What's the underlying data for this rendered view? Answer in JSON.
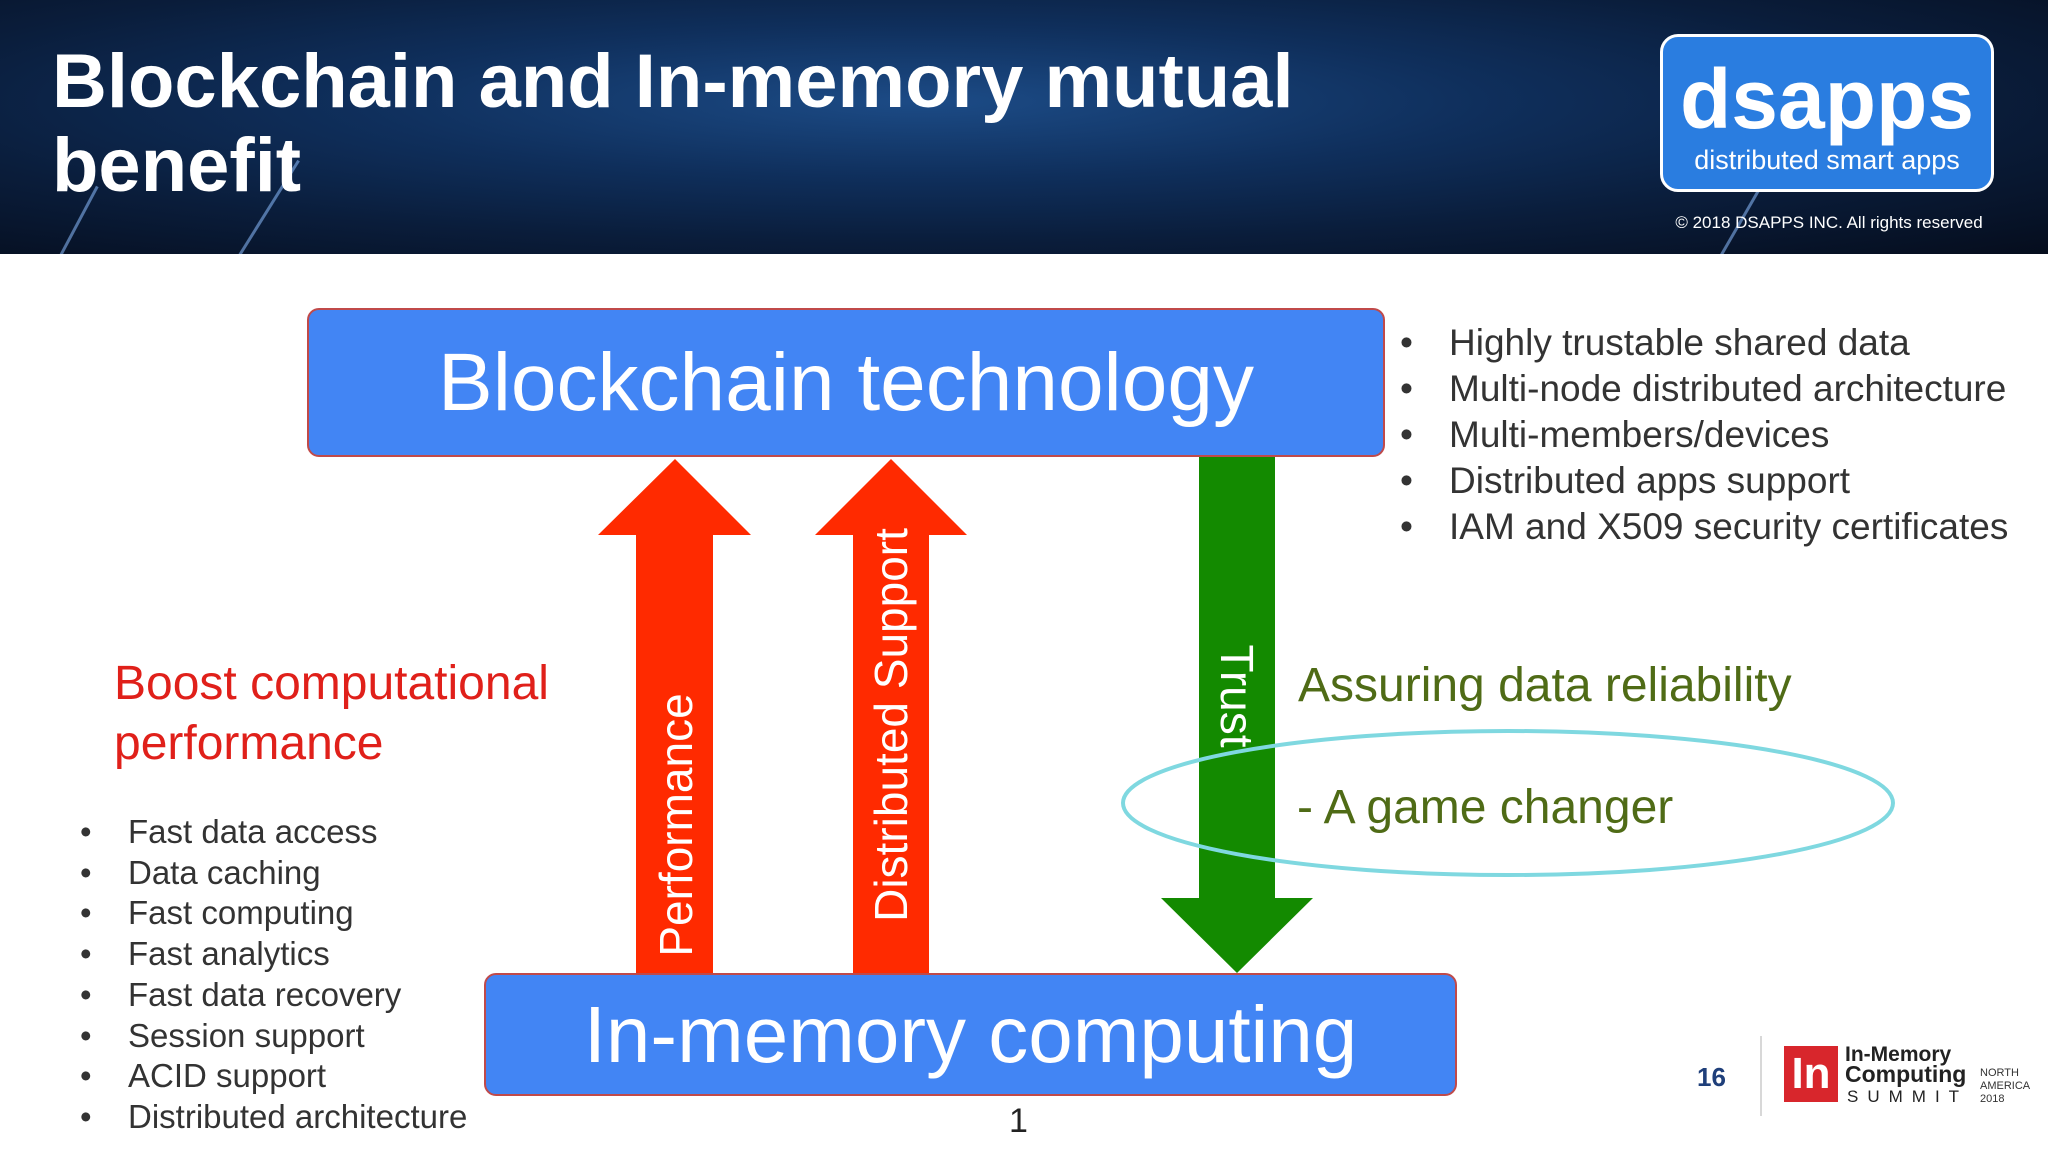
{
  "header": {
    "title": "Blockchain and In-memory mutual benefit",
    "logo_name": "dsapps",
    "logo_tagline": "distributed smart apps",
    "copyright": "© 2018 DSAPPS INC. All rights reserved"
  },
  "diagram": {
    "top_box": "Blockchain technology",
    "bottom_box": "In-memory computing",
    "arrows": {
      "performance": "Performance",
      "distributed_support": "Distributed Support",
      "trust": "Trust"
    },
    "left_heading": "Boost computational performance",
    "right_heading": "Assuring data reliability",
    "right_subheading": "- A game changer",
    "left_bullets": [
      "Fast data access",
      "Data caching",
      "Fast computing",
      "Fast analytics",
      "Fast data recovery",
      "Session support",
      "ACID support",
      "Distributed architecture"
    ],
    "right_bullets": [
      "Highly trustable shared data",
      "Multi-node distributed architecture",
      "Multi-members/devices",
      "Distributed apps support",
      "IAM and X509 security certificates"
    ],
    "colors": {
      "box": "#4285f4",
      "up_arrow": "#ff2a00",
      "down_arrow": "#138a00",
      "highlight_ellipse": "#7fd8e0"
    }
  },
  "footer": {
    "number_label": "1",
    "slide_number": "16",
    "summit_mark": "In",
    "summit_line1": "In-Memory",
    "summit_line2": "Computing",
    "summit_line3": "SUMMIT",
    "summit_region_1": "NORTH",
    "summit_region_2": "AMERICA",
    "summit_region_3": "2018"
  }
}
